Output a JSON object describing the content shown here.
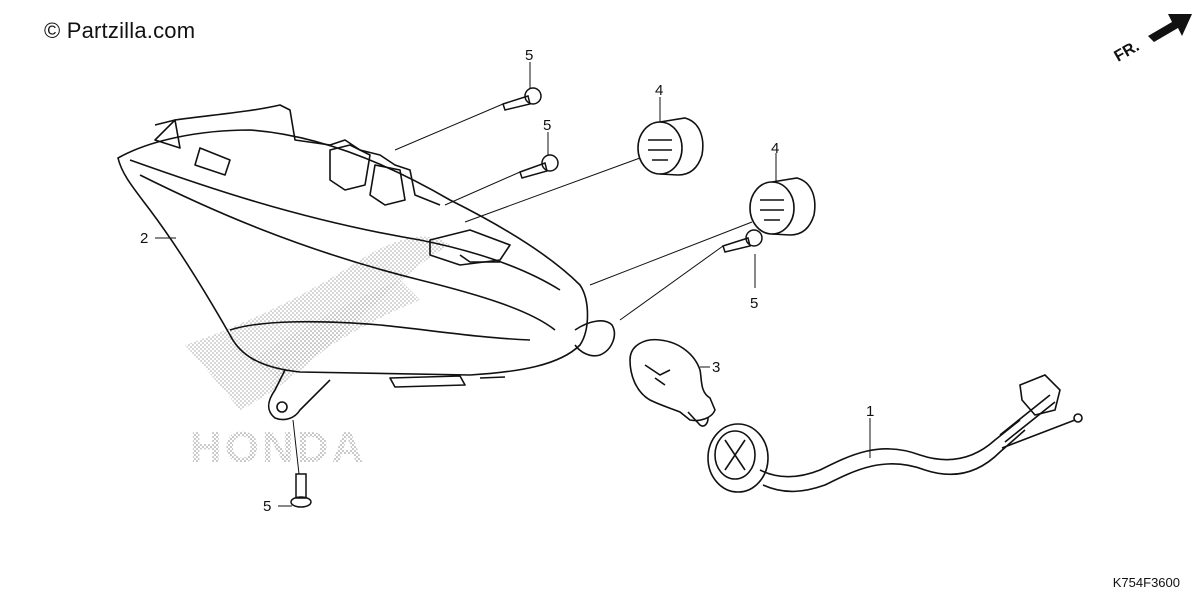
{
  "watermark": "© Partzilla.com",
  "direction_label": "FR.",
  "brand_watermark": "HONDA",
  "diagram_code": "K754F3600",
  "callouts": {
    "part_1": "1",
    "part_2": "2",
    "part_3": "3",
    "part_4a": "4",
    "part_4b": "4",
    "part_5a": "5",
    "part_5b": "5",
    "part_5c": "5",
    "part_5d": "5"
  },
  "colors": {
    "line": "#111111",
    "background": "#ffffff",
    "watermark_dots": "#9a9a9a"
  }
}
